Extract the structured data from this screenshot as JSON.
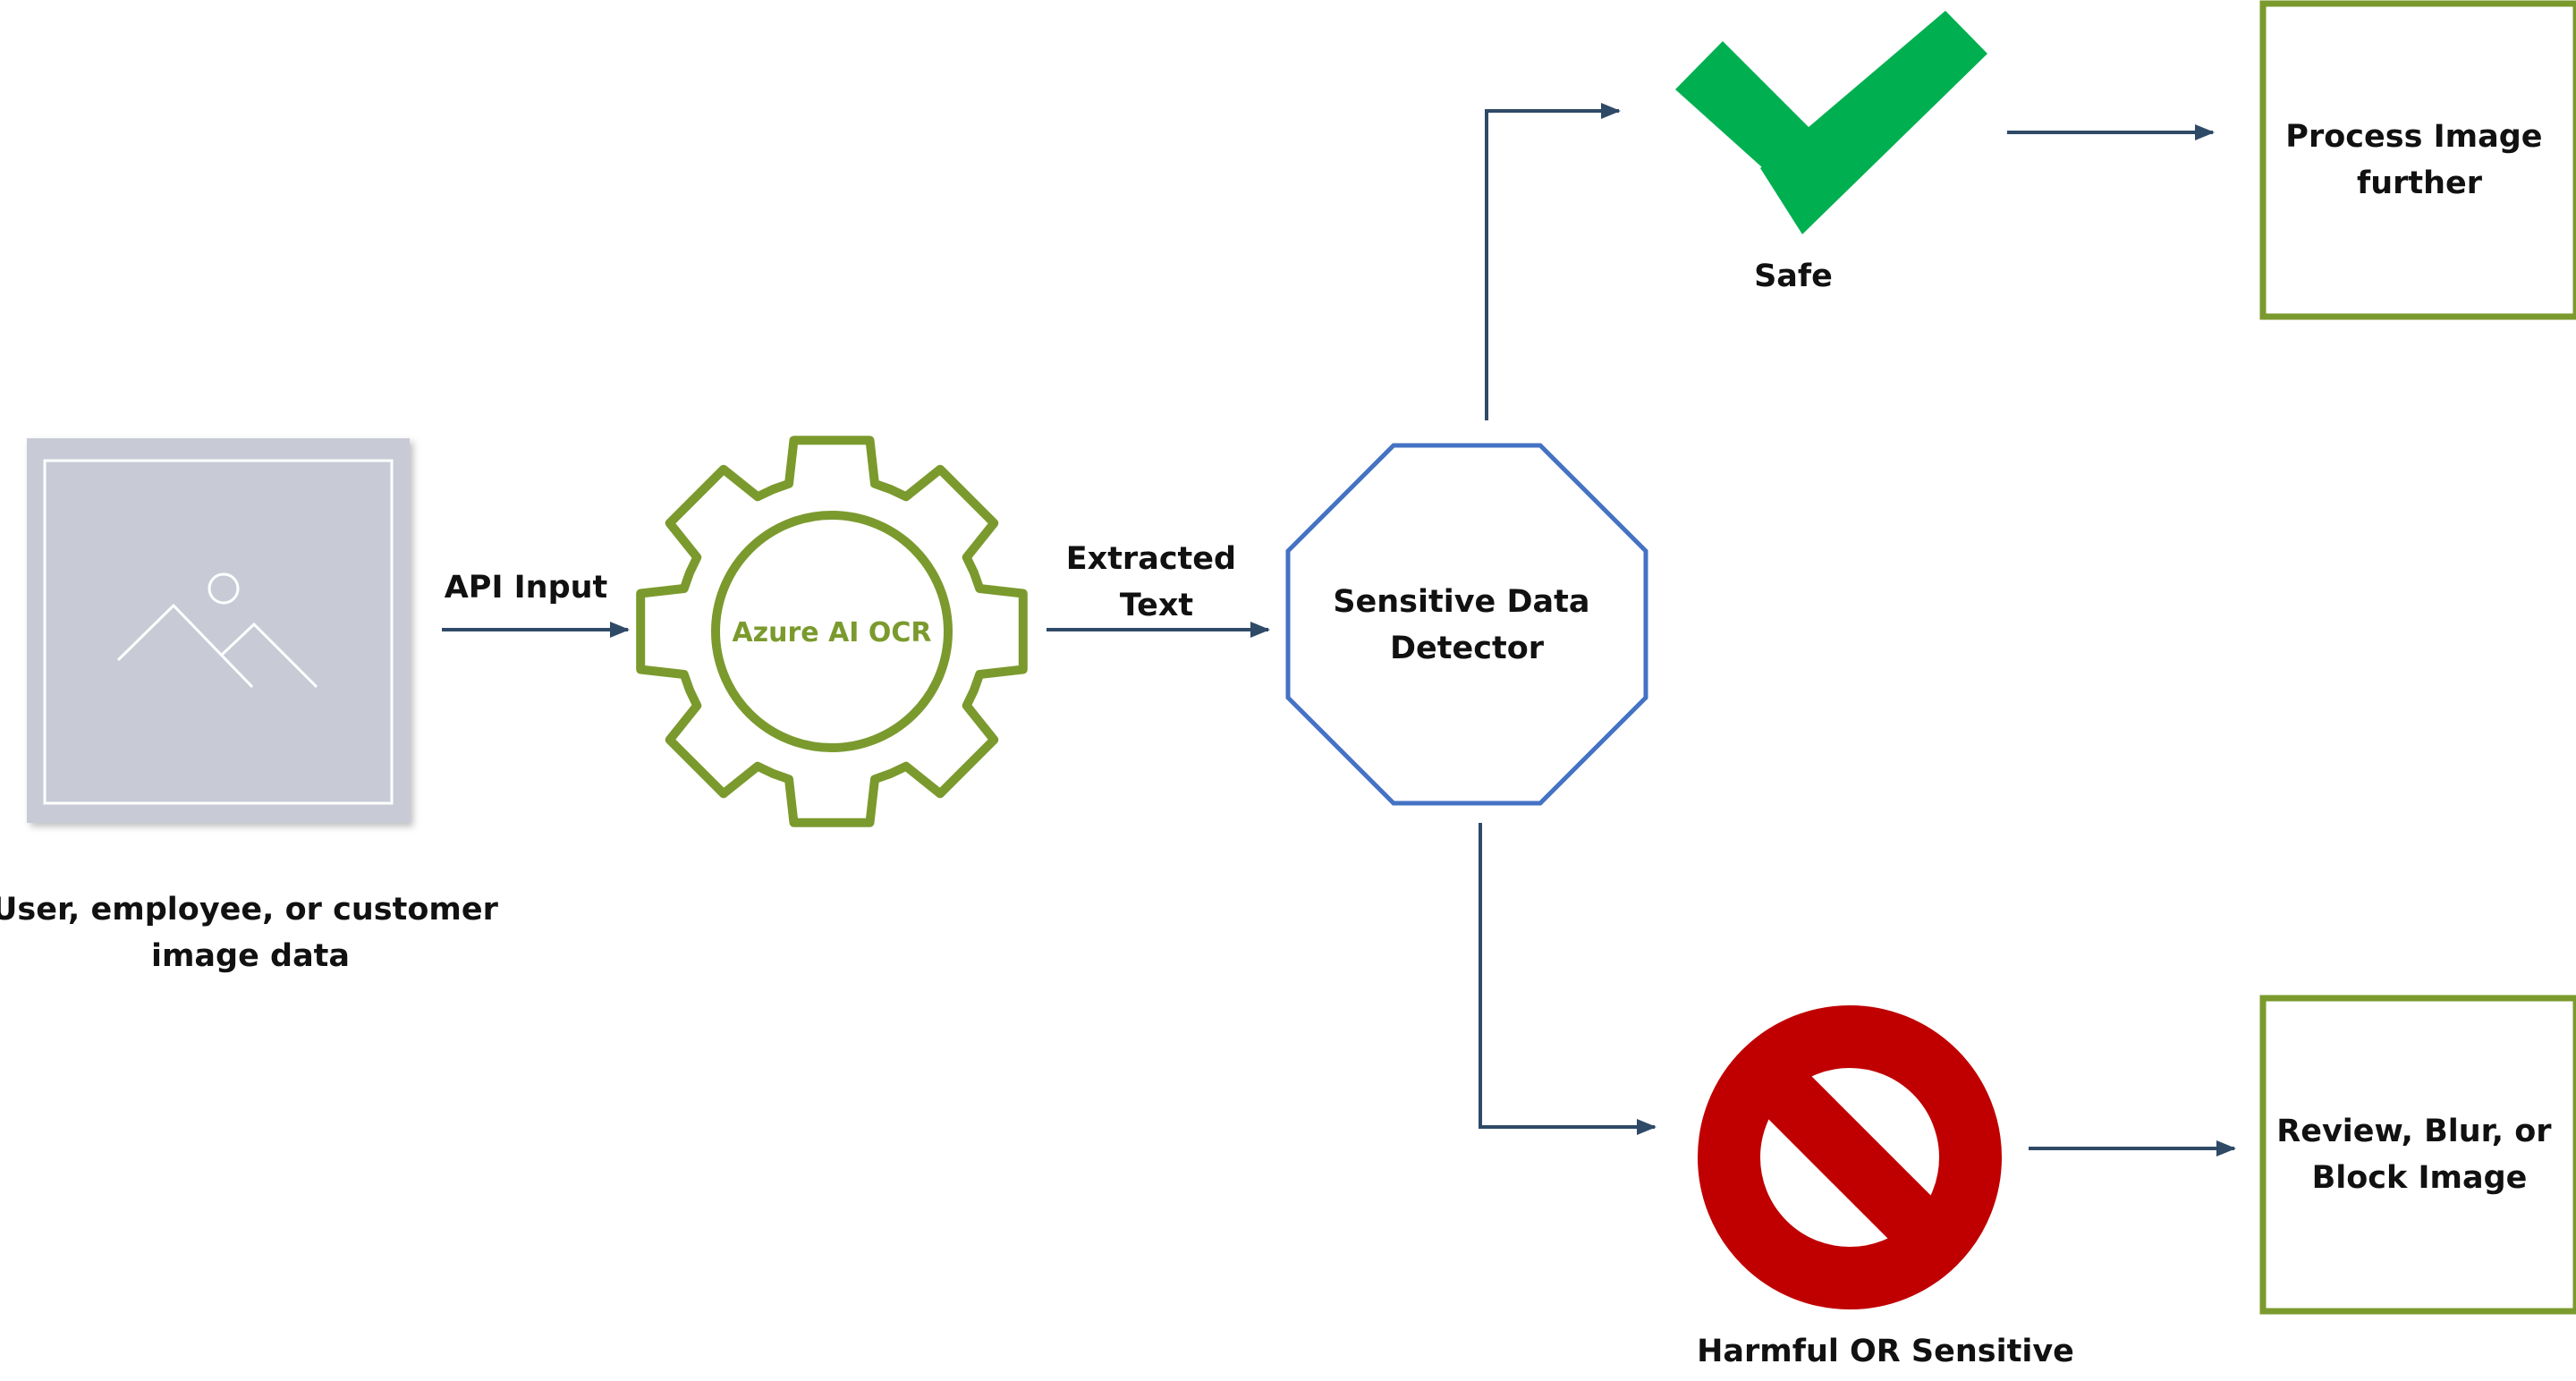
{
  "nodes": {
    "input_image": {
      "caption_line1": "User, employee, or customer",
      "caption_line2": "image data"
    },
    "ocr": {
      "label": "Azure AI OCR"
    },
    "detector": {
      "label_line1": "Sensitive Data",
      "label_line2": "Detector"
    },
    "safe": {
      "label": "Safe"
    },
    "process": {
      "label_line1": "Process Image",
      "label_line2": "further"
    },
    "harmful": {
      "label": "Harmful OR Sensitive"
    },
    "review": {
      "label_line1": "Review, Blur, or",
      "label_line2": "Block Image"
    }
  },
  "edges": {
    "api_input": {
      "label": "API Input"
    },
    "extracted_text": {
      "label_line1": "Extracted",
      "label_line2": "Text"
    }
  },
  "colors": {
    "arrow": "#2f4a67",
    "gear": "#7b9a2e",
    "octagon": "#4472c4",
    "box_border": "#7b9a2e",
    "check": "#00b050",
    "prohibited": "#c00000",
    "image_fill": "#c8cbd6"
  },
  "icons": {
    "input": "image-placeholder-icon",
    "ocr": "gear-icon",
    "safe": "checkmark-icon",
    "harmful": "prohibited-icon"
  }
}
